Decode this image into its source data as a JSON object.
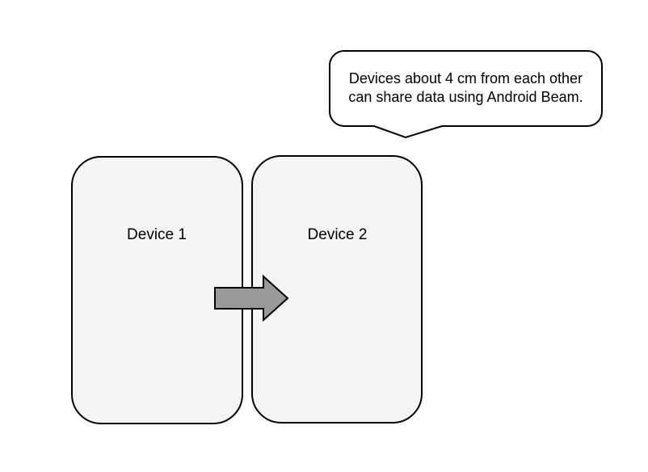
{
  "background": "#ffffff",
  "callout": {
    "line1": "Devices about 4 cm from each other",
    "line2": "can share data using Android Beam.",
    "fill": "#ffffff",
    "stroke": "#000000",
    "text_color": "#000000"
  },
  "devices": [
    {
      "label": "Device 1",
      "fill": "#f4f4f4",
      "stroke": "#000000"
    },
    {
      "label": "Device 2",
      "fill": "#f4f4f4",
      "stroke": "#000000"
    }
  ],
  "arrow": {
    "icon": "right-arrow-icon",
    "direction": "right",
    "fill": "#999999",
    "stroke": "#000000"
  }
}
